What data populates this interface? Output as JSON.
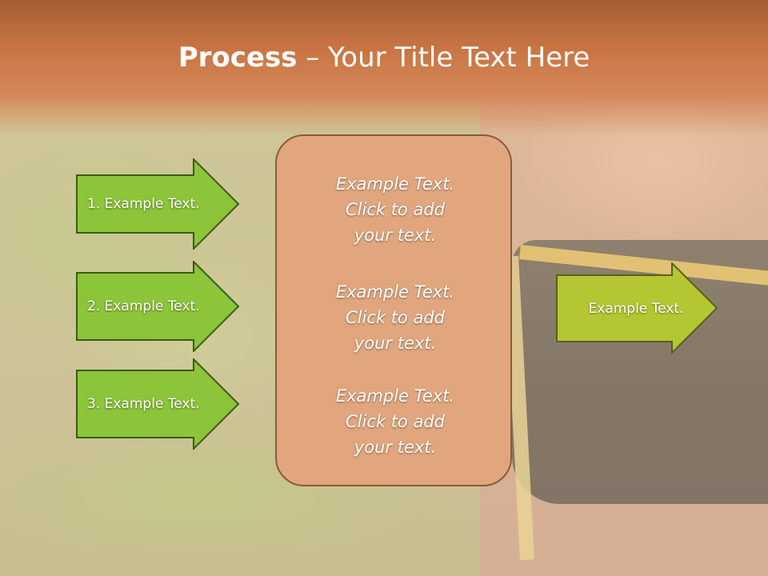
{
  "title": {
    "bold": "Process",
    "rest": " – Your Title Text Here"
  },
  "left_arrows": [
    {
      "label": "1. Example Text."
    },
    {
      "label": "2. Example Text."
    },
    {
      "label": "3. Example Text."
    }
  ],
  "center_blocks": [
    {
      "line1": "Example Text.",
      "line2": "Click  to add",
      "line3": "your text."
    },
    {
      "line1": "Example Text.",
      "line2": "Click  to add",
      "line3": "your text."
    },
    {
      "line1": "Example Text.",
      "line2": "Click  to add",
      "line3": "your text."
    }
  ],
  "right_arrow": {
    "label": "Example Text."
  },
  "colors": {
    "left_arrow_fill": "#8cc43a",
    "left_arrow_stroke": "#3d5a14",
    "right_arrow_fill": "#b5c633",
    "right_arrow_stroke": "#56621a",
    "center_box_fill": "#e1a67e",
    "title_band": "#c87442"
  }
}
